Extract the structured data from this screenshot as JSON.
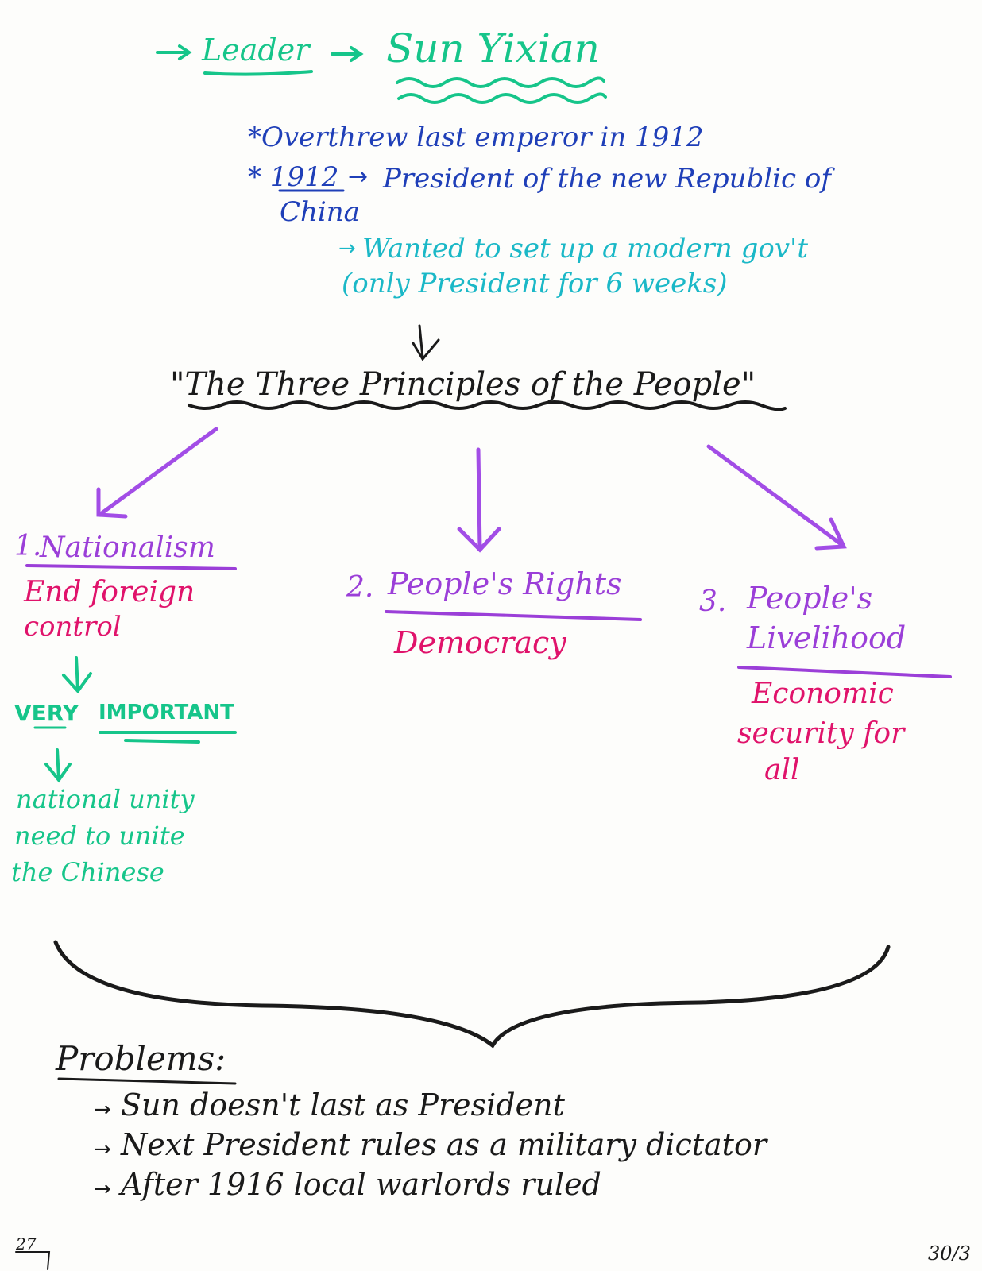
{
  "header": {
    "leader_label": "Leader",
    "leader_name": "Sun Yixian"
  },
  "facts": {
    "line1": "*Overthrew last emperor in 1912",
    "line2_year": "* 1912",
    "line2_rest": "President of the new Republic of",
    "line3": "China",
    "sub1": "Wanted to set up a modern gov't",
    "sub2": "(only President for 6 weeks)"
  },
  "principles_title": "\"The Three Principles of the People\"",
  "principles": [
    {
      "number": "1.",
      "name": "Nationalism",
      "meaning_lines": [
        "End foreign",
        "control"
      ],
      "emphasis_a": "VERY",
      "emphasis_b": "IMPORTANT",
      "notes": [
        "national unity",
        "need to unite",
        "the Chinese"
      ]
    },
    {
      "number": "2.",
      "name": "People's Rights",
      "meaning_lines": [
        "Democracy"
      ]
    },
    {
      "number": "3.",
      "name_lines": [
        "People's",
        "Livelihood"
      ],
      "meaning_lines": [
        "Economic",
        "security for",
        "all"
      ]
    }
  ],
  "problems": {
    "heading": "Problems:",
    "items": [
      "Sun doesn't last as President",
      "Next President rules as a military dictator",
      "After 1916 local warlords ruled"
    ]
  },
  "footer": {
    "left_page": "27",
    "right_page": "30/3"
  },
  "colors": {
    "green": "#16c58a",
    "blue": "#1f3fb8",
    "cyan": "#1bb8c7",
    "black": "#1a1a1a",
    "purple": "#9b3fd8",
    "pink": "#e0136b"
  }
}
